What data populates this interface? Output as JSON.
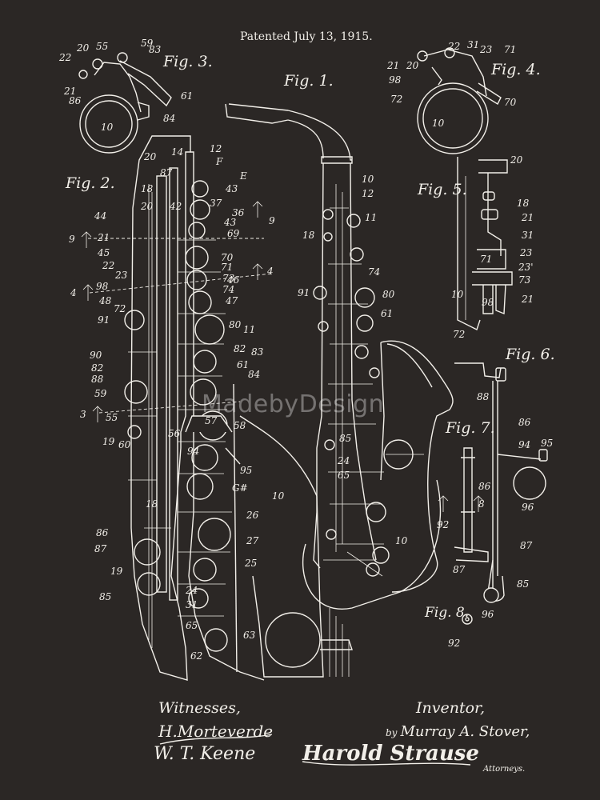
{
  "header": {
    "patent_date": "Patented July 13, 1915."
  },
  "figures": {
    "fig1": "Fig. 1.",
    "fig2": "Fig. 2.",
    "fig3": "Fig. 3.",
    "fig4": "Fig. 4.",
    "fig5": "Fig. 5.",
    "fig6": "Fig. 6.",
    "fig7": "Fig. 7.",
    "fig8": "Fig. 8."
  },
  "footer": {
    "witnesses_label": "Witnesses,",
    "inventor_label": "Inventor,",
    "inventor_by": "by",
    "inventor_name": "Murray A. Stover,",
    "witness_signature_1": "H.Morteverde",
    "witness_signature_2": "W. T. Keene",
    "attorney_signature": "Harold Strause",
    "attorneys_label": "Attorneys."
  },
  "watermark": "MadebyDesign",
  "colors": {
    "background": "#2b2725",
    "ink": "#f2efe9"
  },
  "callouts": {
    "fig2_left": [
      "44",
      "21",
      "45",
      "22",
      "98",
      "23",
      "48",
      "72",
      "91",
      "90",
      "82",
      "88",
      "59",
      "55",
      "19",
      "60",
      "86",
      "87",
      "19",
      "85",
      "9",
      "4",
      "3"
    ],
    "fig2_right": [
      "12",
      "F",
      "E",
      "43",
      "37",
      "36",
      "9",
      "43",
      "69",
      "70",
      "71",
      "73",
      "46",
      "74",
      "47",
      "80",
      "11",
      "82",
      "83",
      "61",
      "84",
      "56",
      "57",
      "58",
      "94",
      "95",
      "G#",
      "26",
      "27",
      "25",
      "24",
      "31",
      "65",
      "63",
      "62",
      "4",
      "14",
      "20",
      "87",
      "18",
      "20",
      "42",
      "18",
      "10"
    ],
    "fig1": [
      "10",
      "12",
      "11",
      "18",
      "74",
      "80",
      "91",
      "61",
      "85",
      "24",
      "65",
      "10"
    ],
    "fig3": [
      "20",
      "55",
      "59",
      "83",
      "22",
      "21",
      "86",
      "84",
      "61",
      "10"
    ],
    "fig4": [
      "22",
      "31",
      "23",
      "71",
      "21",
      "20",
      "98",
      "72",
      "70",
      "10"
    ],
    "fig5": [
      "20",
      "18",
      "21",
      "31",
      "23",
      "71",
      "23'",
      "73",
      "98",
      "21",
      "10",
      "72"
    ],
    "fig6": [
      "88",
      "86",
      "94",
      "95",
      "96",
      "87",
      "85"
    ],
    "fig7": [
      "86",
      "8",
      "92",
      "87"
    ],
    "fig8": [
      "96",
      "92"
    ]
  }
}
